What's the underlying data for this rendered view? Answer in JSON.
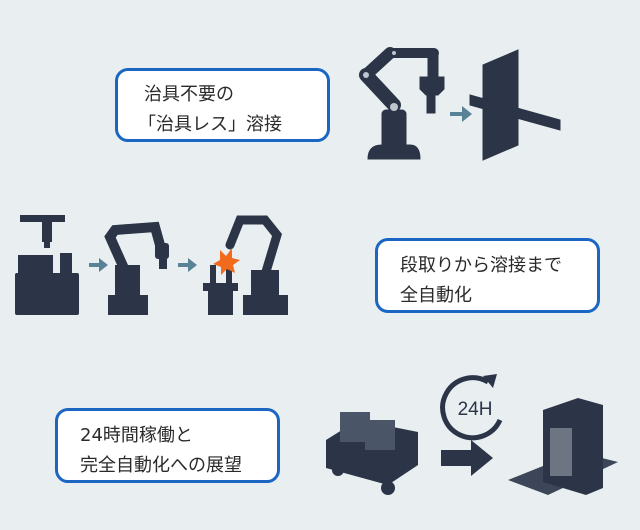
{
  "callouts": [
    {
      "lines": [
        "治具不要の",
        "「治具レス」溶接"
      ]
    },
    {
      "lines": [
        "段取りから溶接まで",
        "全自動化"
      ]
    },
    {
      "lines": [
        "24時間稼働と",
        "完全自動化への展望"
      ]
    }
  ],
  "clock_label": "24H",
  "colors": {
    "accent": "#1a66c2",
    "machine": "#2b3547",
    "arrow": "#5a8296",
    "spark": "#f26a1b",
    "background": "#e9eef1"
  }
}
